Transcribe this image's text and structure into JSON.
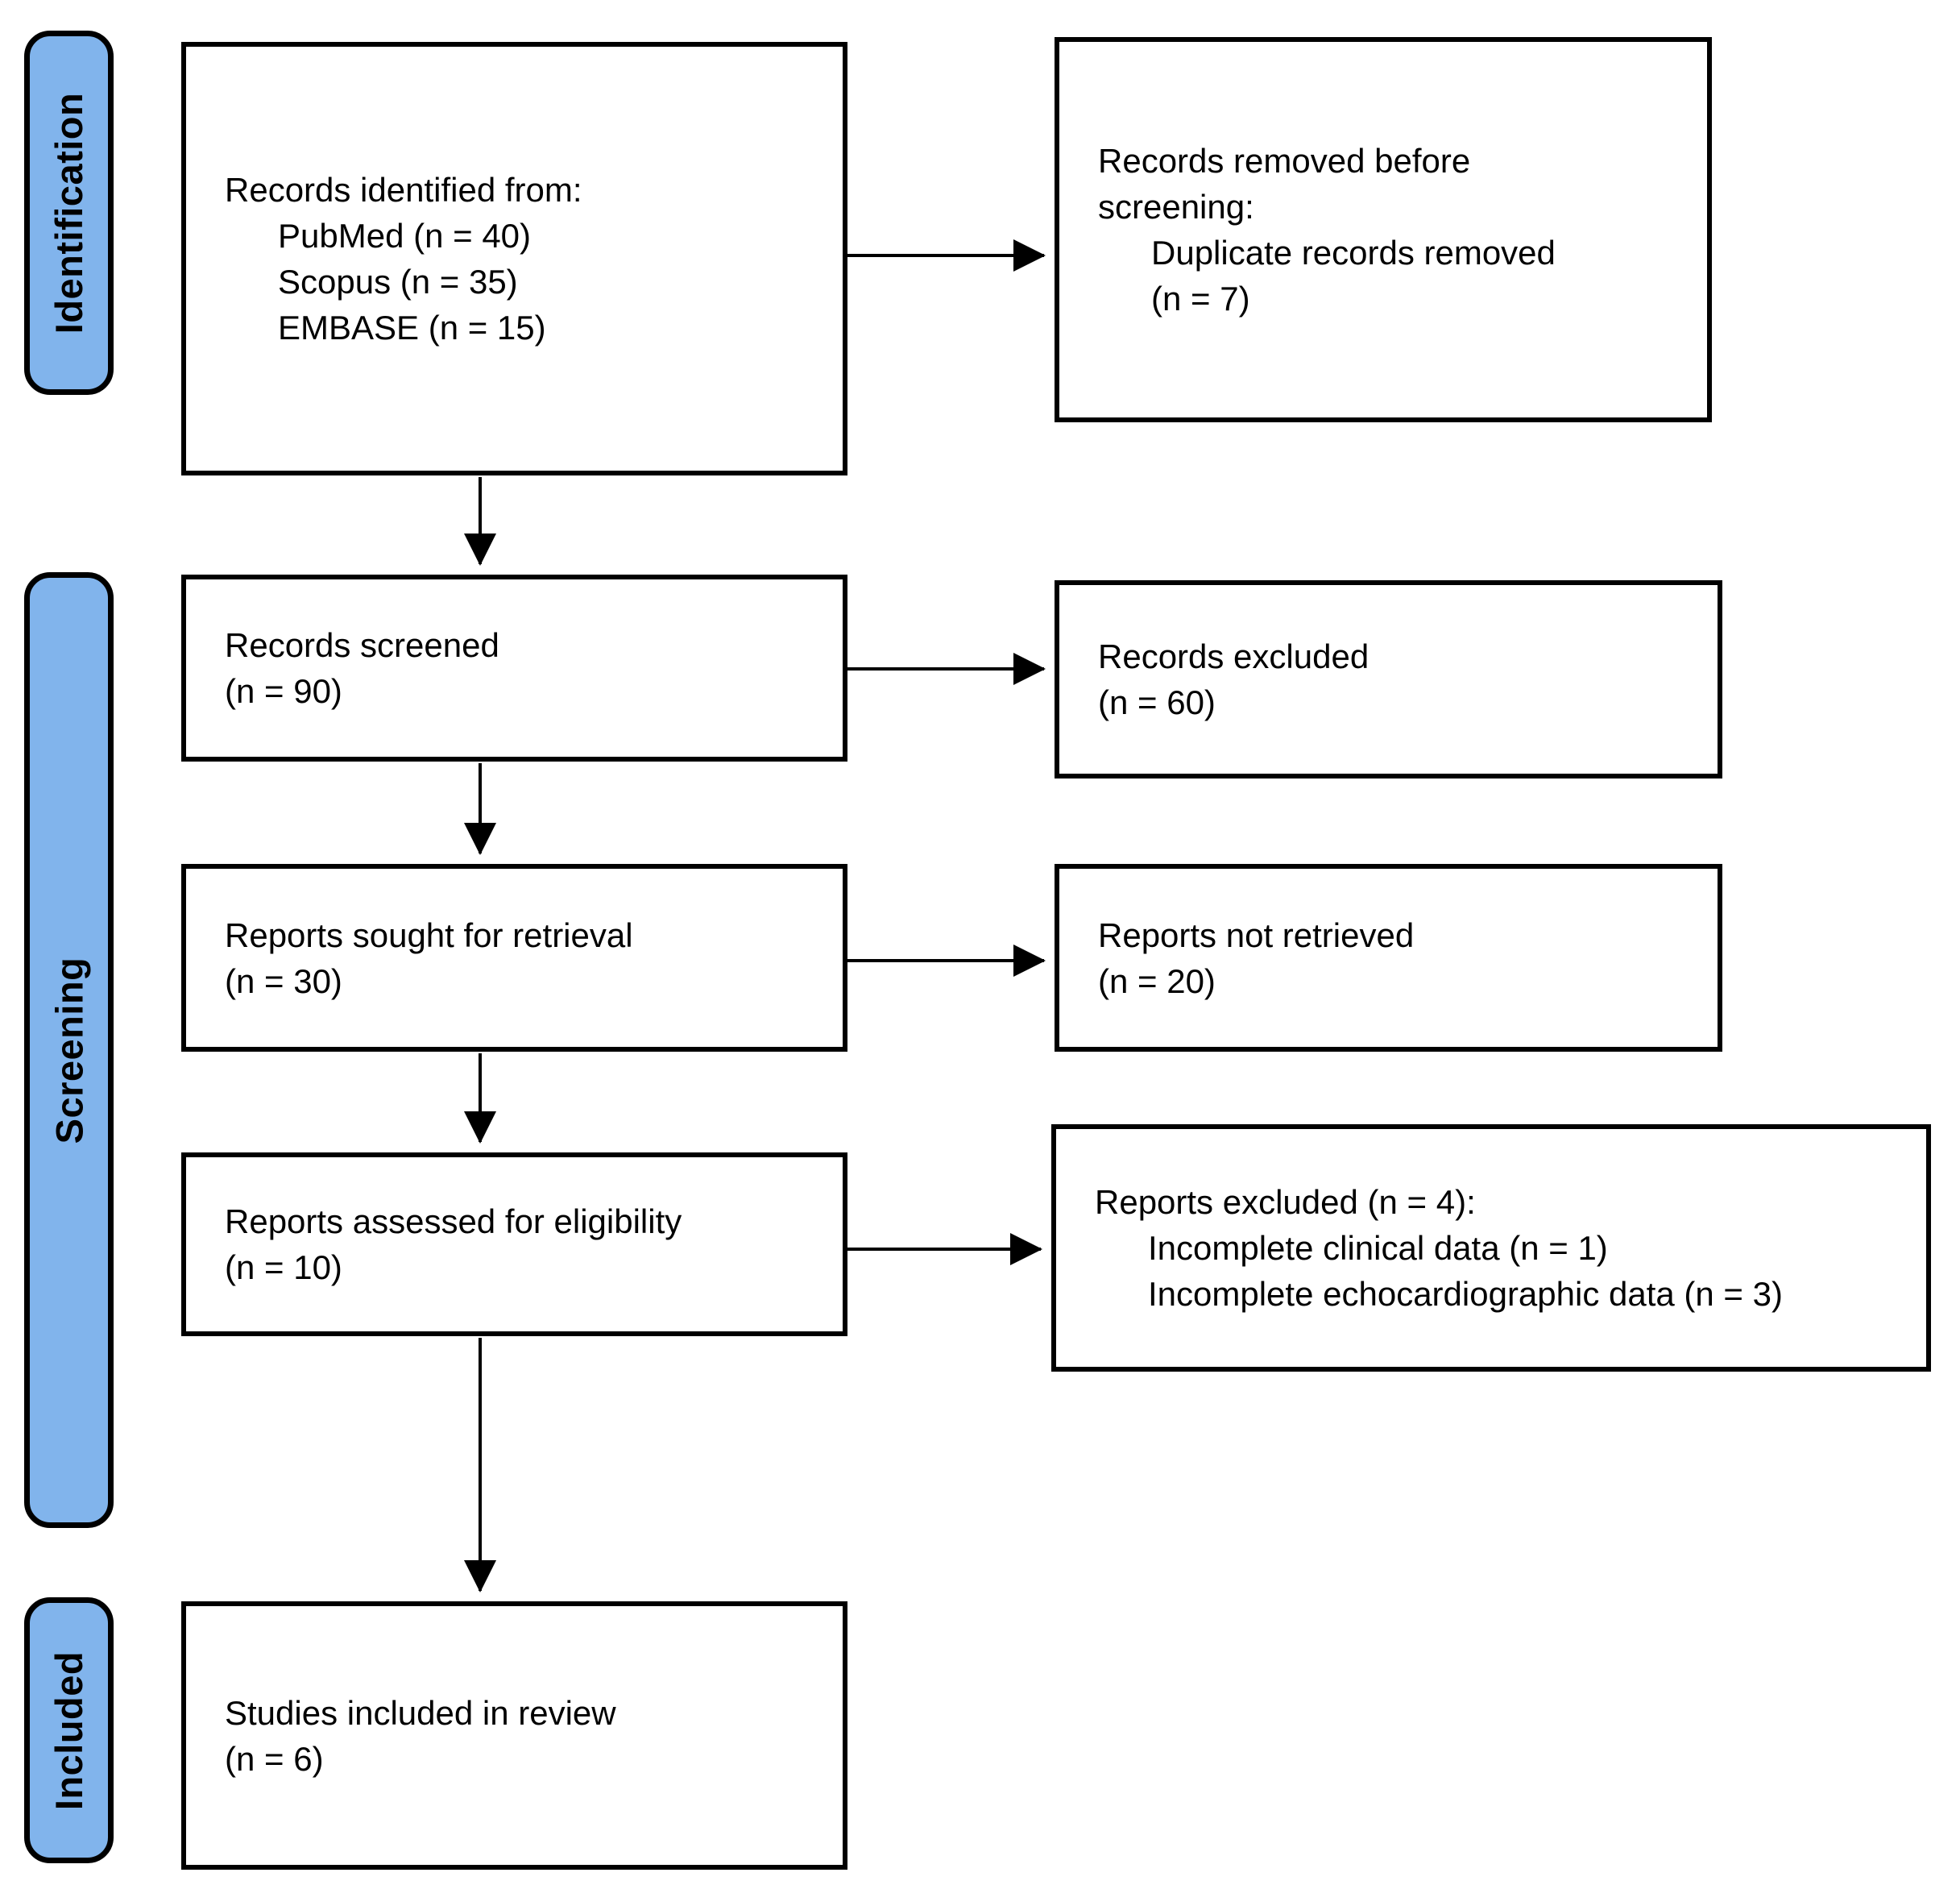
{
  "colors": {
    "stage_bar_fill": "#81B4EC",
    "outline": "#000000",
    "box_fill": "#FFFFFF"
  },
  "sidebar": {
    "identification": "Identification",
    "screening": "Screening",
    "included": "Included"
  },
  "boxes": {
    "records_identified": {
      "lines": [
        "Records identified from:",
        "PubMed (n = 40)",
        "Scopus (n = 35)",
        "EMBASE (n = 15)"
      ]
    },
    "records_removed": {
      "lines": [
        "Records removed before",
        "screening:",
        "Duplicate records removed",
        "(n = 7)"
      ]
    },
    "records_screened": {
      "lines": [
        "Records screened",
        "(n = 90)"
      ]
    },
    "records_excluded": {
      "lines": [
        "Records excluded",
        "(n = 60)"
      ]
    },
    "reports_sought": {
      "lines": [
        "Reports sought for retrieval",
        "(n = 30)"
      ]
    },
    "reports_not_retrieved": {
      "lines": [
        "Reports not retrieved",
        "(n = 20)"
      ]
    },
    "reports_assessed": {
      "lines": [
        "Reports assessed for eligibility",
        "(n = 10)"
      ]
    },
    "reports_excluded": {
      "lines": [
        "Reports excluded (n = 4):",
        "Incomplete clinical data (n = 1)",
        "Incomplete echocardiographic data (n = 3)"
      ]
    },
    "studies_included": {
      "lines": [
        "Studies included in review",
        "(n = 6)"
      ]
    }
  },
  "edges": [
    {
      "from": "records_identified",
      "to": "records_removed"
    },
    {
      "from": "records_identified",
      "to": "records_screened"
    },
    {
      "from": "records_screened",
      "to": "records_excluded"
    },
    {
      "from": "records_screened",
      "to": "reports_sought"
    },
    {
      "from": "reports_sought",
      "to": "reports_not_retrieved"
    },
    {
      "from": "reports_sought",
      "to": "reports_assessed"
    },
    {
      "from": "reports_assessed",
      "to": "reports_excluded"
    },
    {
      "from": "reports_assessed",
      "to": "studies_included"
    }
  ]
}
